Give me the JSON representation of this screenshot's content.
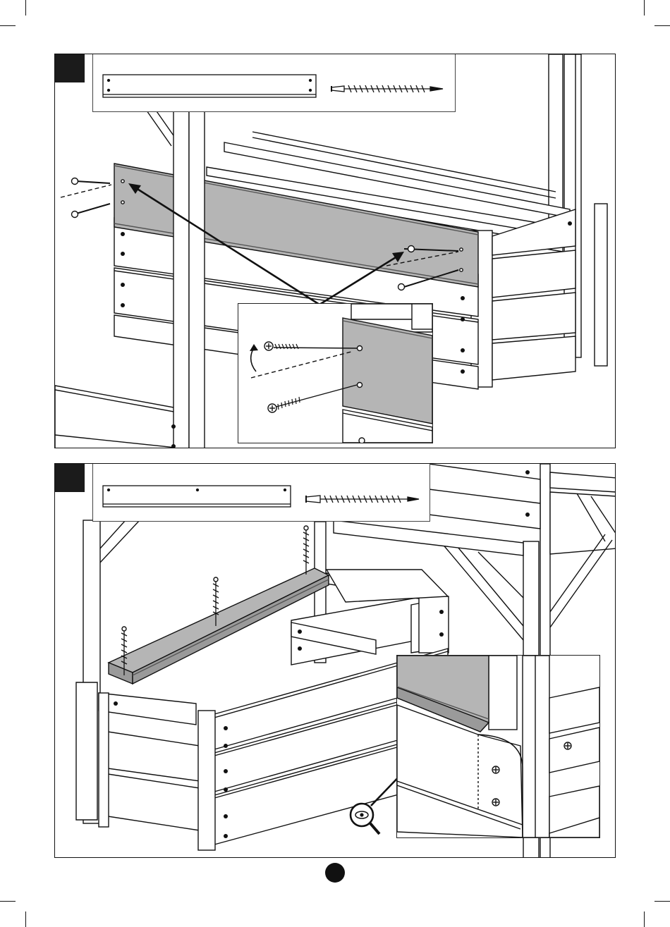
{
  "page": {
    "steps": [
      {
        "parts": [
          "long-slat-with-4-holes",
          "wood-screw"
        ],
        "icons": [
          "rotate-arrow-icon",
          "screw-icon"
        ]
      },
      {
        "parts": [
          "long-slat-with-3-holes",
          "wood-screw"
        ],
        "icons": [
          "magnifier-eye-icon",
          "screw-icon"
        ]
      }
    ]
  },
  "colors": {
    "ink": "#111111",
    "highlight_board": "#b5b5b5",
    "paper": "#ffffff"
  }
}
